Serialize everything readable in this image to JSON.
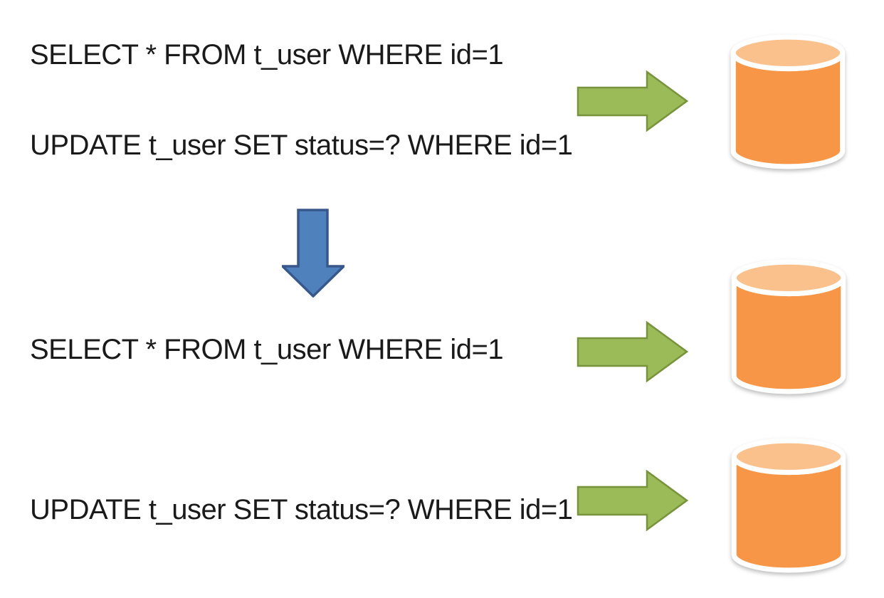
{
  "sections": {
    "before": {
      "select_statement": "SELECT * FROM t_user WHERE id=1",
      "update_statement": "UPDATE t_user SET status=? WHERE id=1"
    },
    "after": {
      "select_statement": "SELECT * FROM t_user WHERE id=1",
      "update_statement": "UPDATE t_user SET status=? WHERE id=1"
    }
  },
  "icons": {
    "flow_arrow": "right-arrow-icon",
    "transition_arrow": "down-arrow-icon",
    "database": "database-cylinder-icon"
  },
  "colors": {
    "background": "#FFFFFF",
    "text": "#1A1A1A",
    "arrow_green_fill": "#9BBB59",
    "arrow_green_stroke": "#77933C",
    "arrow_blue_fill": "#4F81BD",
    "arrow_blue_stroke": "#38588C",
    "db_body_fill": "#F79646",
    "db_top_fill": "#FBC18D",
    "db_outline": "#FFFFFF"
  }
}
